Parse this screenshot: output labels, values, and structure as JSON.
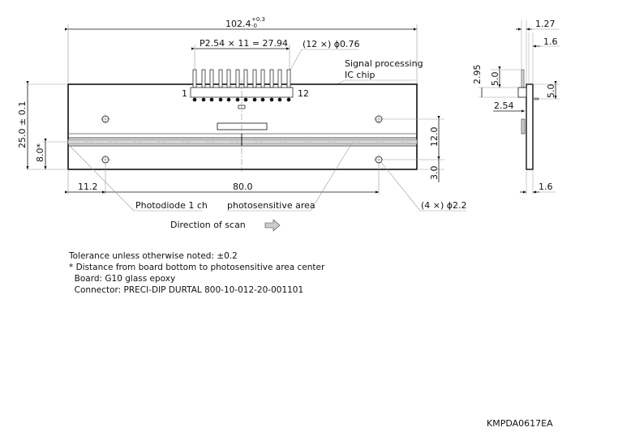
{
  "drawing": {
    "type": "dimensional outline drawing",
    "units": "mm",
    "front_view": {
      "overall_width": {
        "value": "102.4",
        "tol_plus": "+0.3",
        "tol_minus": "-0"
      },
      "pin_pitch": "P2.54 × 11 = 27.94",
      "pin_callout": "(12 ×) ϕ0.76",
      "pin_first": "1",
      "pin_last": "12",
      "ic_label_line1": "Signal processing",
      "ic_label_line2": "IC chip",
      "height": "25.0 ± 0.1",
      "photosensitive_height": "8.0*",
      "left_offset": "11.2",
      "hole_span": "80.0",
      "hole_vspan": "12.0",
      "hole_bottom": "3.0",
      "hole_callout": "(4 ×) ϕ2.2",
      "photodiode_label": "Photodiode 1 ch",
      "photosensitive_label": "photosensitive area",
      "scan_label": "Direction of scan"
    },
    "side_view": {
      "dim_pin_offset": "1.27",
      "dim_top": "1.6",
      "dim_295": "2.95",
      "dim_left_50": "5.0",
      "dim_right_50": "5.0",
      "dim_254": "2.54",
      "dim_bottom": "1.6"
    }
  },
  "notes": {
    "line1": "Tolerance unless otherwise noted: ±0.2",
    "line2": "* Distance from board bottom to photosensitive area center",
    "line3": "  Board: G10 glass epoxy",
    "line4": "  Connector: PRECI-DIP DURTAL 800-10-012-20-001101"
  },
  "drawing_code": "KMPDA0617EA"
}
